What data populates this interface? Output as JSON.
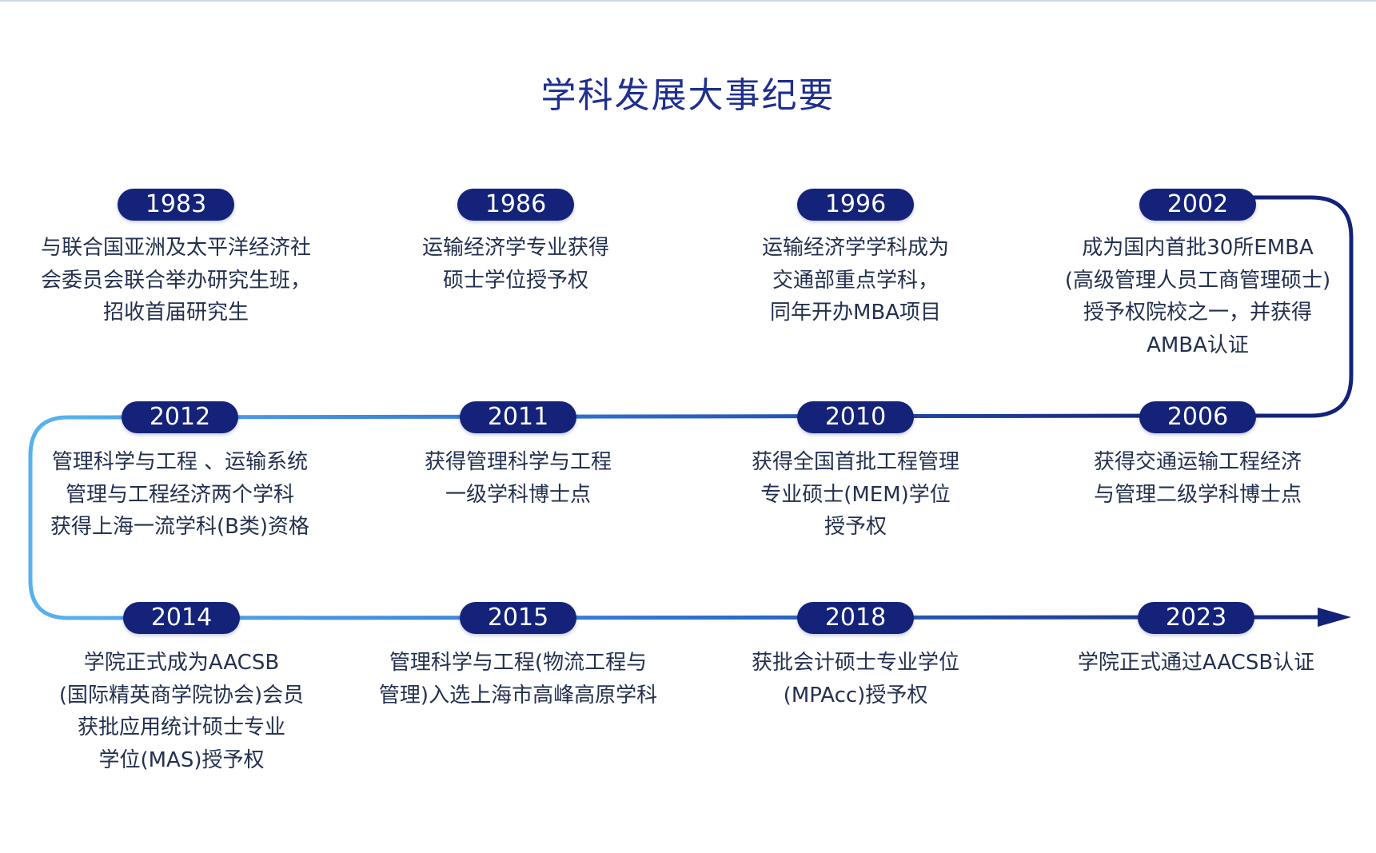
{
  "title": "学科发展大事纪要",
  "colors": {
    "title": "#1e2f8f",
    "badge": "#142379",
    "line_light": "#58b0ee",
    "line_dark": "#142379",
    "text": "#23304f"
  },
  "rows": [
    {
      "events": [
        {
          "year": "1983",
          "text": "与联合国亚洲及太平洋经济社\n会委员会联合举办研究生班，\n招收首届研究生"
        },
        {
          "year": "1986",
          "text": "运输经济学专业获得\n硕士学位授予权"
        },
        {
          "year": "1996",
          "text": "运输经济学学科成为\n交通部重点学科，\n同年开办MBA项目"
        },
        {
          "year": "2002",
          "text": "成为国内首批30所EMBA\n(高级管理人员工商管理硕士)\n授予权院校之一，并获得\nAMBA认证"
        }
      ]
    },
    {
      "events": [
        {
          "year": "2012",
          "text": "管理科学与工程 、运输系统\n管理与工程经济两个学科\n获得上海一流学科(B类)资格"
        },
        {
          "year": "2011",
          "text": "获得管理科学与工程\n一级学科博士点"
        },
        {
          "year": "2010",
          "text": "获得全国首批工程管理\n专业硕士(MEM)学位\n授予权"
        },
        {
          "year": "2006",
          "text": "获得交通运输工程经济\n与管理二级学科博士点"
        }
      ]
    },
    {
      "events": [
        {
          "year": "2014",
          "text": "学院正式成为AACSB\n(国际精英商学院协会)会员\n获批应用统计硕士专业\n学位(MAS)授予权"
        },
        {
          "year": "2015",
          "text": "管理科学与工程(物流工程与\n管理)入选上海市高峰高原学科"
        },
        {
          "year": "2018",
          "text": "获批会计硕士专业学位\n(MPAcc)授予权"
        },
        {
          "year": "2023",
          "text": "学院正式通过AACSB认证"
        }
      ]
    }
  ]
}
